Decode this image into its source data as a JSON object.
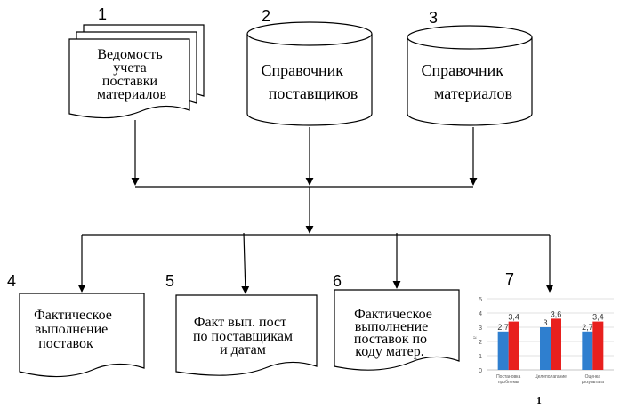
{
  "diagram": {
    "inputs": [
      {
        "number": "1",
        "lines": [
          "Ведомость",
          "учета",
          "поставки",
          "материалов"
        ]
      },
      {
        "number": "2",
        "lines": [
          "Справочник",
          "поставщиков"
        ]
      },
      {
        "number": "3",
        "lines": [
          "Справочник",
          "материалов"
        ]
      }
    ],
    "outputs": [
      {
        "number": "4",
        "lines": [
          "Фактическое",
          "выполнение",
          "поставок"
        ]
      },
      {
        "number": "5",
        "lines": [
          "Факт вып. пост",
          "по поставщикам",
          "и датам"
        ]
      },
      {
        "number": "6",
        "lines": [
          "Фактическое",
          "выполнение",
          "поставок по",
          "коду матер."
        ]
      },
      {
        "number": "7"
      }
    ]
  },
  "chart_data": {
    "type": "bar",
    "categories": [
      "Постановка проблемы",
      "Целеполагание",
      "Оценка результата"
    ],
    "series": [
      {
        "values": [
          2.7,
          3,
          2.7
        ],
        "color": "#2f7fcf"
      },
      {
        "values": [
          3.4,
          3.6,
          3.4
        ],
        "color": "#e8201e"
      }
    ],
    "ylim": [
      0,
      5
    ],
    "yticks": [
      "0",
      "1",
      "2",
      "3",
      "4",
      "5"
    ],
    "data_labels": [
      [
        "2,7",
        "3",
        "2,7"
      ],
      [
        "3,4",
        "3,6",
        "3,4"
      ]
    ],
    "ylabel": "≈",
    "footer": "1",
    "grid": true,
    "legend": "none"
  }
}
